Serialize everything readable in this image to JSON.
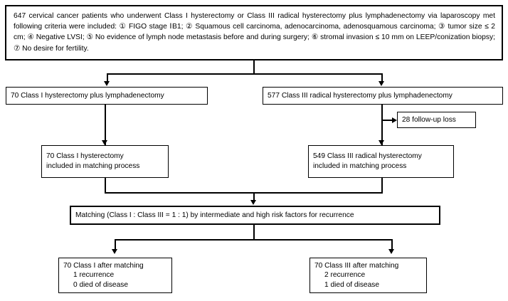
{
  "diagram": {
    "title": "Patient selection and matching flow diagram",
    "type": "flowchart",
    "background_color": "#ffffff",
    "line_color": "#000000"
  },
  "criteria_box": {
    "text": "647 cervical cancer patients who underwent Class I hysterectomy or Class III radical hysterectomy plus lymphadenectomy via laparoscopy met following criteria were included:  ① FIGO stage  ⅠB1; ② Squamous cell carcinoma, adenocarcinoma, adenosquamous carcinoma; ③ tumor size ≤ 2 cm; ④ Negative LVSI; ⑤ No evidence of lymph node metastasis before and during surgery; ⑥ stromal invasion ≤ 10 mm on LEEP/conization biopsy; ⑦ No desire for fertility.",
    "total_patients": "647",
    "criteria": [
      {
        "number": "①",
        "text": "FIGO stage ⅠB1"
      },
      {
        "number": "②",
        "text": "Squamous cell carcinoma, adenocarcinoma, adenosquamous carcinoma"
      },
      {
        "number": "③",
        "text": "tumor size ≤ 2 cm"
      },
      {
        "number": "④",
        "text": "Negative LVSI"
      },
      {
        "number": "⑤",
        "text": "No evidence of lymph node metastasis before and during surgery"
      },
      {
        "number": "⑥",
        "text": "stromal invasion ≤ 10 mm on LEEP/conization biopsy"
      },
      {
        "number": "⑦",
        "text": "No desire for fertility."
      }
    ]
  },
  "arm_boxes": {
    "class_i": "70 Class I hysterectomy  plus lymphadenectomy",
    "class_iii": "577 Class III radical hysterectomy plus lymphadenectomy"
  },
  "followup_loss_box": {
    "text": "28 follow-up loss"
  },
  "matching_input_boxes": {
    "class_i": {
      "line1": "70 Class I hysterectomy",
      "line2": "included in matching process"
    },
    "class_iii": {
      "line1": "549 Class III radical hysterectomy",
      "line2": "included in matching process"
    }
  },
  "matching_box": {
    "text": "Matching (Class I : Class III = 1 : 1) by intermediate and high risk factors for recurrence"
  },
  "outcome_boxes": {
    "class_i": {
      "line1": "70 Class I  after matching",
      "line2": "1 recurrence",
      "line3": "0 died of disease"
    },
    "class_iii": {
      "line1": "70 Class III  after matching",
      "line2": "2 recurrence",
      "line3": "1 died of disease"
    }
  }
}
